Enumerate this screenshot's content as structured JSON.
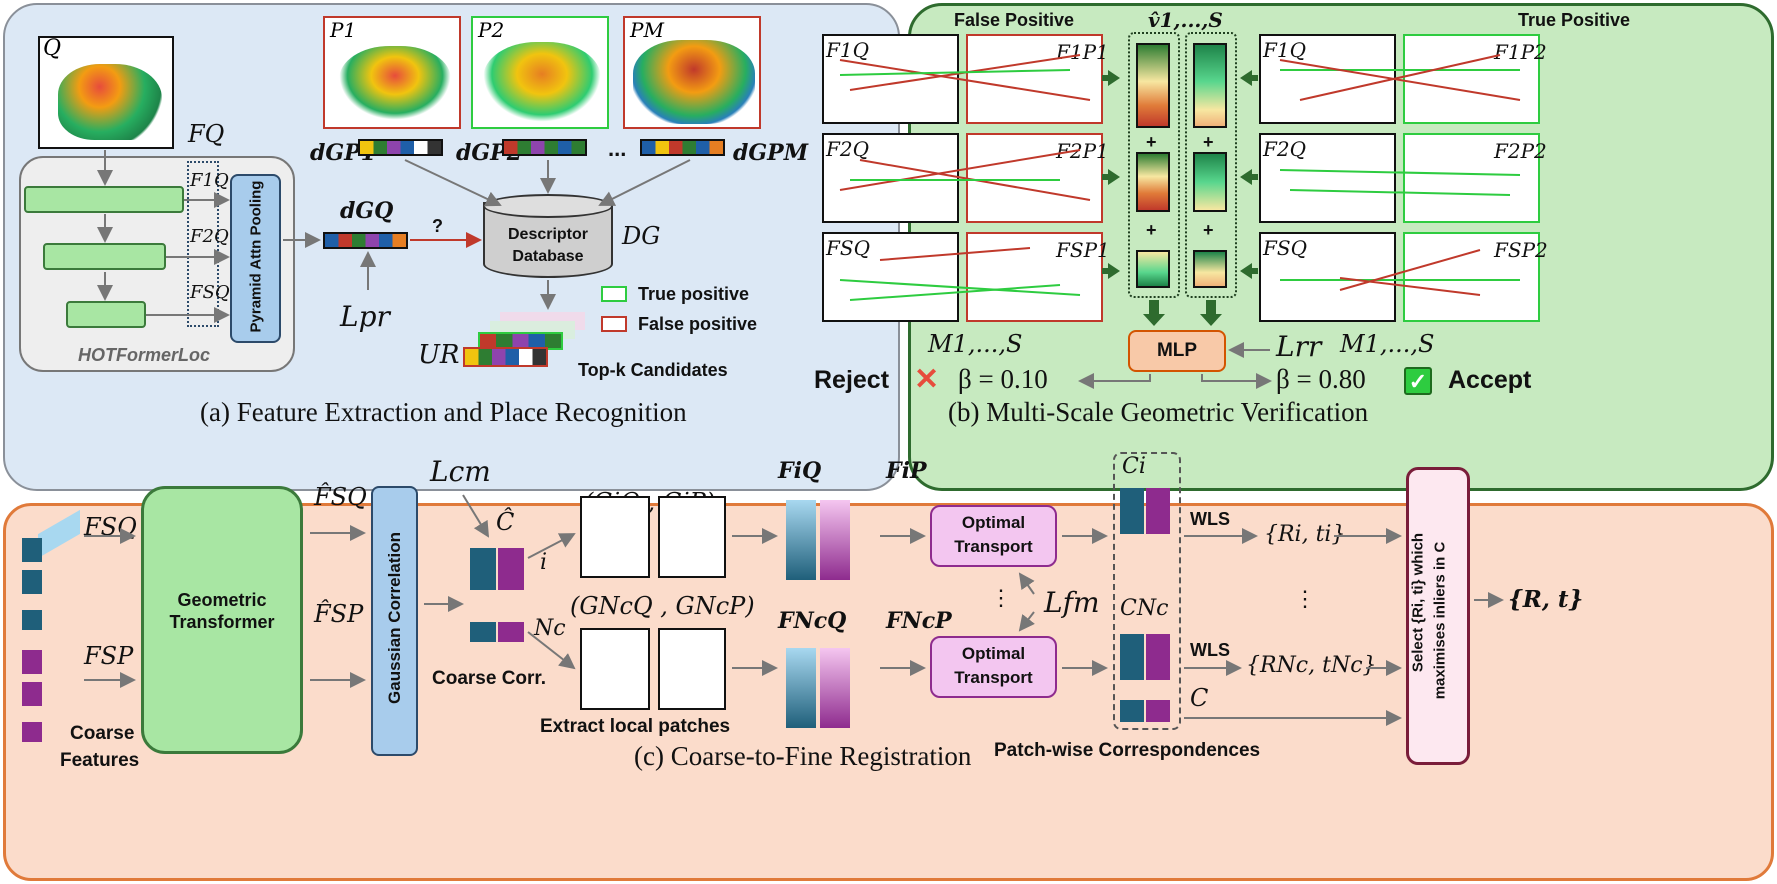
{
  "panel_a": {
    "caption": "(a) Feature Extraction and Place Recognition",
    "query_label": "Q",
    "feature_set_label": "FQ",
    "f1": "F1Q",
    "f2": "F2Q",
    "fs": "FSQ",
    "pooling_label": "Pyramid Attn Pooling",
    "model_name": "HOTFormerLoc",
    "p1": "P1",
    "p2": "P2",
    "pm": "PM",
    "d_p1": "dGP1",
    "d_p2": "dGP2",
    "dots": "...",
    "d_pm": "dGPM",
    "d_q": "dGQ",
    "question": "?",
    "loss_pr": "Lpr",
    "db_line1": "Descriptor",
    "db_line2": "Database",
    "db_symbol": "DG",
    "legend_true": "True positive",
    "legend_false": "False positive",
    "ur_label": "UR",
    "topk_label": "Top-k Candidates"
  },
  "panel_b": {
    "caption": "(b) Multi-Scale Geometric Verification",
    "false_positive_title": "False Positive",
    "true_positive_title": "True Positive",
    "v_label": "v̂1,...,S",
    "plus": "+",
    "mlp_label": "MLP",
    "loss_rr": "Lrr",
    "matches_left": "M1,...,S",
    "matches_right": "M1,...,S",
    "reject_label": "Reject",
    "reject_beta": "β = 0.10",
    "accept_beta": "β = 0.80",
    "accept_label": "Accept",
    "fq1": "F1Q",
    "fq2": "F2Q",
    "fqs": "FSQ",
    "fp1_1": "F1P1",
    "fp1_2": "F2P1",
    "fp1_s": "FSP1",
    "ftq1": "F1Q",
    "ftq2": "F2Q",
    "ftqs": "FSQ",
    "fp2_1": "F1P2",
    "fp2_2": "F2P2",
    "fp2_s": "FSP2"
  },
  "panel_c": {
    "caption": "(c) Coarse-to-Fine Registration",
    "fsq": "FSQ",
    "fsp": "FSP",
    "coarse_features_1": "Coarse",
    "coarse_features_2": "Features",
    "geo_transformer_1": "Geometric",
    "geo_transformer_2": "Transformer",
    "fsq_hat": "F̂SQ",
    "fsp_hat": "F̂SP",
    "gaussian_corr": "Gaussian Correlation",
    "loss_cm": "Lcm",
    "c_hat": "Ĉ",
    "idx_i": "i",
    "idx_nc": "Nc",
    "coarse_corr": "Coarse Corr.",
    "pair_i": "(GiQ , GiP)",
    "pair_nc": "(GNcQ , GNcP)",
    "extract_patches": "Extract local patches",
    "fiq": "FiQ",
    "fip": "FiP",
    "fncq": "FNcQ",
    "fncp": "FNcP",
    "ot_1a": "Optimal",
    "ot_1b": "Transport",
    "ot_2a": "Optimal",
    "ot_2b": "Transport",
    "loss_fm": "Lfm",
    "ci": "Ci",
    "cnc": "CNc",
    "c": "C",
    "vdots": "⋮",
    "wls": "WLS",
    "rt_i": "{Ri, ti}",
    "rt_nc": "{RNc, tNc}",
    "select_1": "Select {Ri, ti} which",
    "select_2": "maximises inliers in C",
    "final": "{R, t}",
    "patchwise": "Patch-wise Correspondences"
  },
  "colors": {
    "panel_a_bg": "#dce8f5",
    "panel_b_bg": "#c7eac0",
    "panel_c_bg": "#fbdccb",
    "green_box": "#a8e6a3",
    "blue_box": "#a8ccec",
    "red": "#c0392b",
    "true_green": "#2ecc40"
  }
}
